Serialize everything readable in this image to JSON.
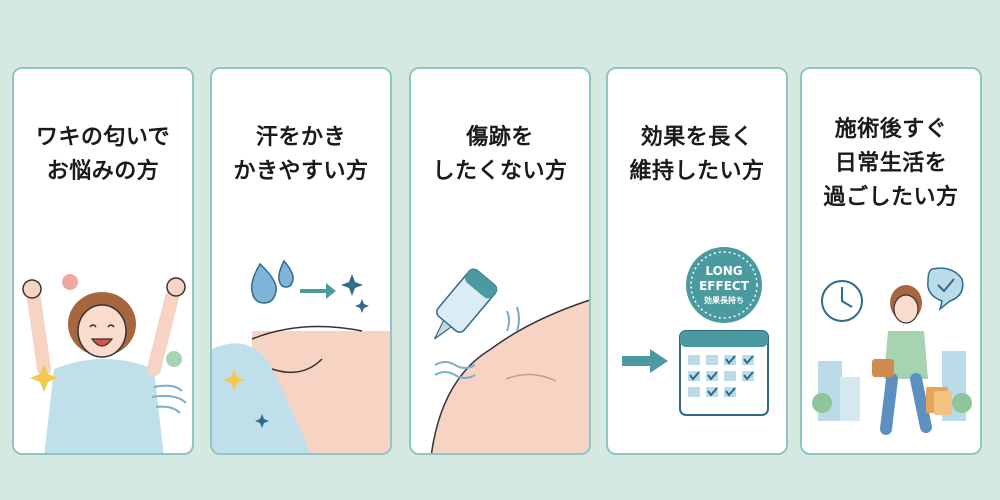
{
  "cards": [
    {
      "title": "ワキの匂いで\nお悩みの方"
    },
    {
      "title": "汗をかき\nかきやすい方"
    },
    {
      "title": "傷跡を\nしたくない方"
    },
    {
      "title": "効果を長く\n維持したい方"
    },
    {
      "title": "施術後すぐ\n日常生活を\n過ごしたい方"
    }
  ],
  "badge": {
    "line1": "LONG",
    "line2": "EFFECT",
    "line3": "効果長持ち"
  },
  "colors": {
    "background": "#d6e8e2",
    "card_border": "#8fc5c5",
    "accent_teal": "#4a9aa0",
    "skin": "#f6d3c3"
  }
}
